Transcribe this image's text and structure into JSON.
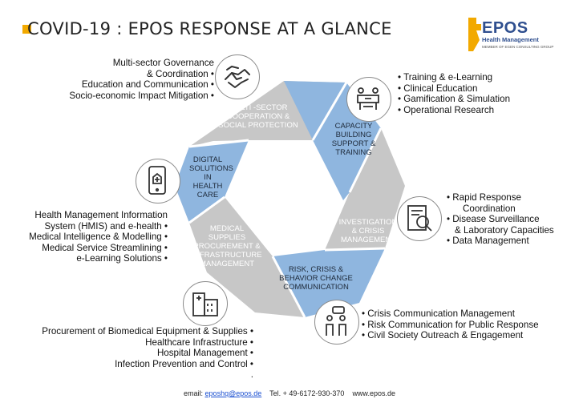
{
  "title": "COVID-19 : EPOS RESPONSE AT A GLANCE",
  "logo": {
    "name": "EPOS",
    "subtitle": "Health Management",
    "tagline": "MEMBER OF EGEN CONSULTING GROUP"
  },
  "colors": {
    "blue": "#8fb6df",
    "gray": "#c7c7c7",
    "accent": "#f2a900",
    "icon_border": "#8a8a8a"
  },
  "segments": [
    {
      "label": "MULTI -SECTOR COOPERATION & SOCIAL PROTECTION",
      "color": "gray",
      "icon": "handshake-icon"
    },
    {
      "label": "CAPACITY BUILDING SUPPORT & TRAINING",
      "color": "blue",
      "icon": "training-icon"
    },
    {
      "label": "INVESTIGATION & CRISIS MANAGEMENT",
      "color": "gray",
      "icon": "magnifier-document-icon"
    },
    {
      "label": "RISK, CRISIS & BEHAVIOR CHANGE COMMUNICATION",
      "color": "blue",
      "icon": "people-speech-icon"
    },
    {
      "label": "MEDICAL SUPPLIES PROCUREMENT & INFRASTRUCTURE MANAGEMENT",
      "color": "gray",
      "icon": "hospital-icon"
    },
    {
      "label": "DIGITAL SOLUTIONS IN HEALTH CARE",
      "color": "blue",
      "icon": "tablet-health-icon"
    }
  ],
  "lists": {
    "governance": [
      "Multi-sector Governance",
      "& Coordination •",
      "Education and Communication •",
      "Socio-economic Impact Mitigation •"
    ],
    "training": [
      "• Training & e-Learning",
      "• Clinical Education",
      "• Gamification & Simulation",
      "• Operational Research"
    ],
    "investigation": [
      "• Rapid Response",
      "Coordination",
      "• Disease Surveillance",
      "& Laboratory Capacities",
      "• Data Management"
    ],
    "communication": [
      "• Crisis Communication Management",
      "• Risk Communication for Public Response",
      "• Civil Society Outreach & Engagement"
    ],
    "digital": [
      "Health Management Information",
      "System (HMIS) and e-health •",
      "Medical Intelligence & Modelling •",
      "Medical Service Streamlining •",
      "e-Learning Solutions •"
    ],
    "procurement": [
      "Procurement of Biomedical Equipment & Supplies •",
      "Healthcare Infrastructure •",
      "Hospital Management •",
      "Infection Prevention and Control •",
      "."
    ]
  },
  "footer": {
    "email_label": "email:",
    "email": "eposhq@epos.de",
    "tel": "Tel. + 49-6172-930-370",
    "web": "www.epos.de"
  }
}
